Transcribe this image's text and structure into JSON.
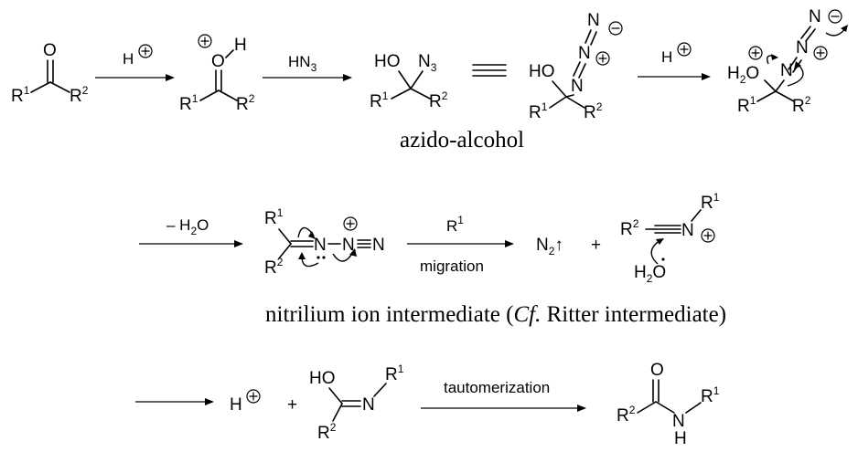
{
  "scheme": {
    "arrow_labels": {
      "h": "H",
      "hn3": "HN",
      "hn3_sub": "3",
      "minus_h2o": "– H",
      "minus_h2o_sub": "2",
      "minus_h2o_tail": "O",
      "r1": "R",
      "r1_sup": "1",
      "migration": "migration",
      "tautomerization": "tautomerization"
    },
    "captions": {
      "azido_alcohol": "azido-alcohol",
      "nitrilium_pre": "nitrilium ion intermediate (",
      "nitrilium_cf": "Cf.",
      "nitrilium_post": " Ritter intermediate)"
    },
    "atoms": {
      "o": "O",
      "h": "H",
      "ho": "HO",
      "n": "N",
      "r": "R",
      "one": "1",
      "two": "2",
      "three": "3",
      "h2o_h": "H",
      "h2o_sub": "2",
      "h2o_o": "O",
      "n2_n": "N",
      "n2_sub": "2",
      "gas_up": "↑",
      "plus": "+",
      "triple_bond": "≡",
      "equiv": "≡"
    },
    "charges": {
      "plus": "+",
      "minus": "−"
    },
    "icons": [
      "plus-charge-circle",
      "minus-charge-circle",
      "arrow-right",
      "curved-electron-arrow"
    ]
  }
}
